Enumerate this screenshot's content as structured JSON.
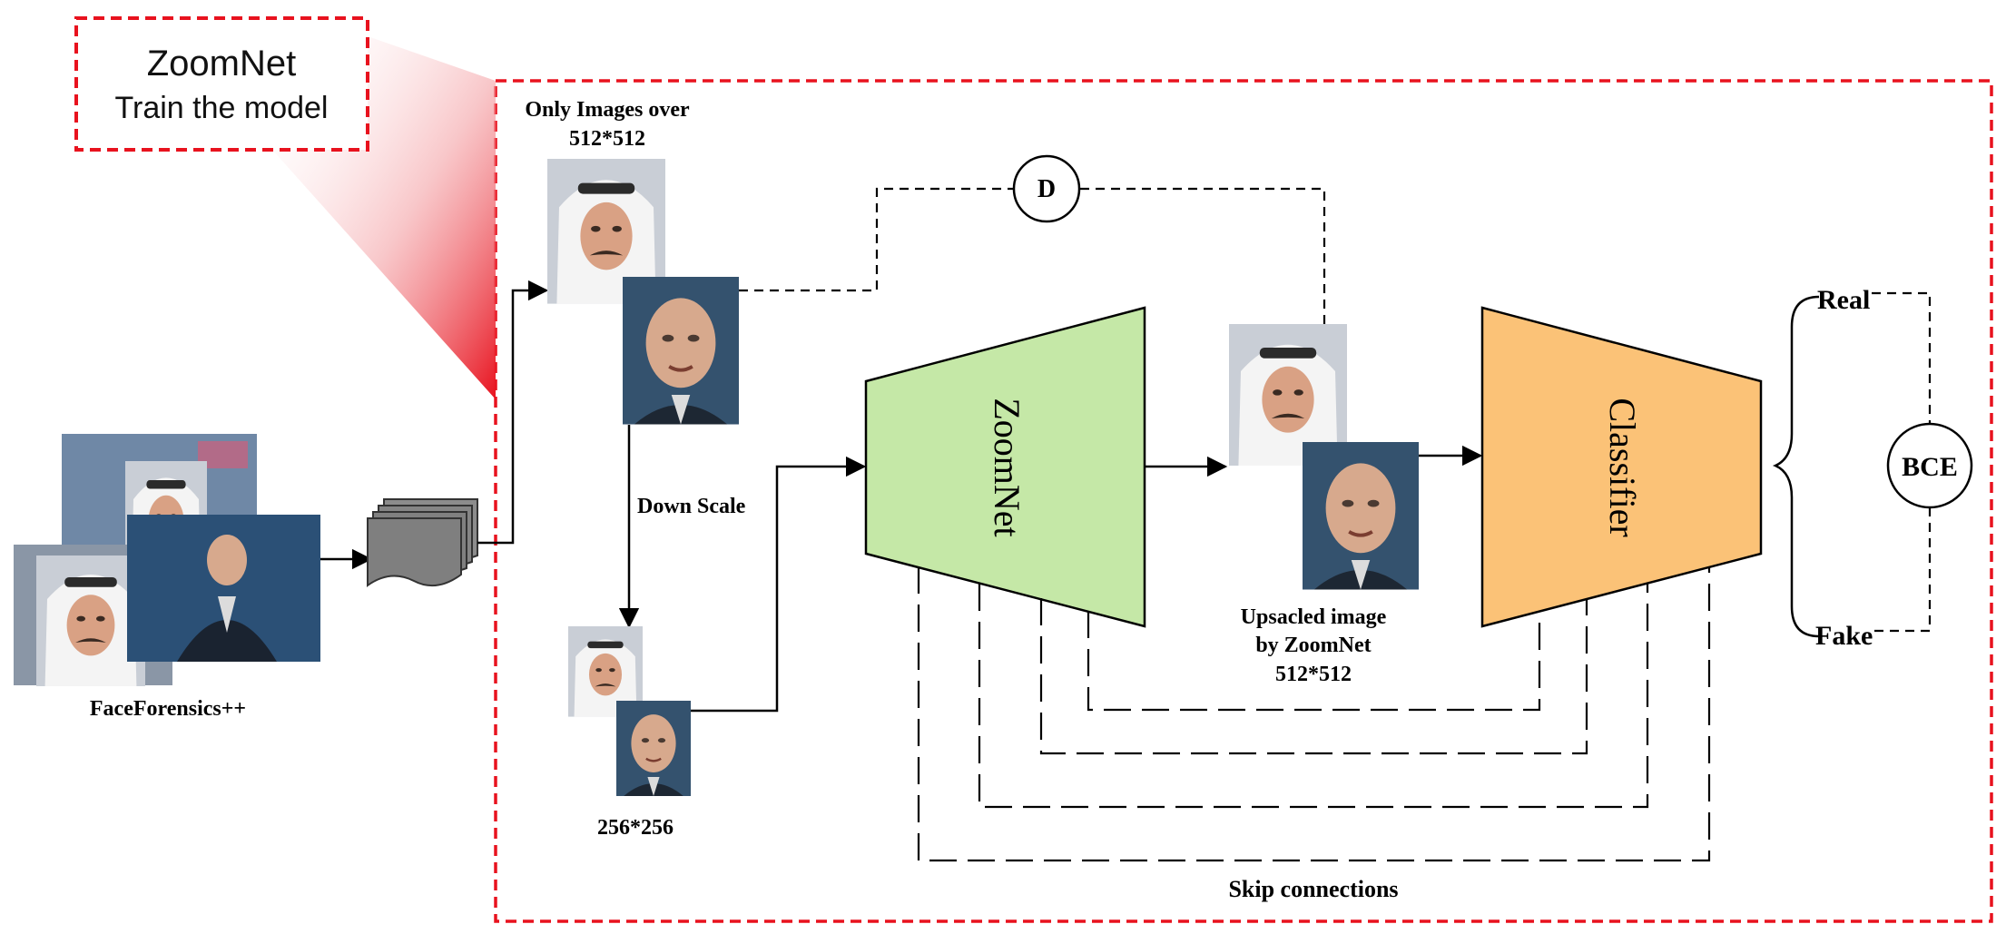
{
  "callout": {
    "title": "ZoomNet",
    "subtitle": "Train the model"
  },
  "labels": {
    "dataset": "FaceForensics++",
    "only_images_line1": "Only Images over",
    "only_images_line2": "512*512",
    "down_scale": "Down Scale",
    "low_res": "256*256",
    "upscaled_line1": "Upsacled image",
    "upscaled_line2": "by ZoomNet",
    "upscaled_line3": "512*512",
    "skip_connections": "Skip connections",
    "real": "Real",
    "fake": "Fake"
  },
  "nodes": {
    "discriminator": "D",
    "zoomnet": "ZoomNet",
    "classifier": "Classifier",
    "bce": "BCE"
  },
  "colors": {
    "dashed_frame": "#e8121e",
    "zoomnet_fill": "#c5e8a7",
    "classifier_fill": "#fbc277",
    "stack_fill": "#7f7f7f",
    "face_bg": "#34526e"
  }
}
